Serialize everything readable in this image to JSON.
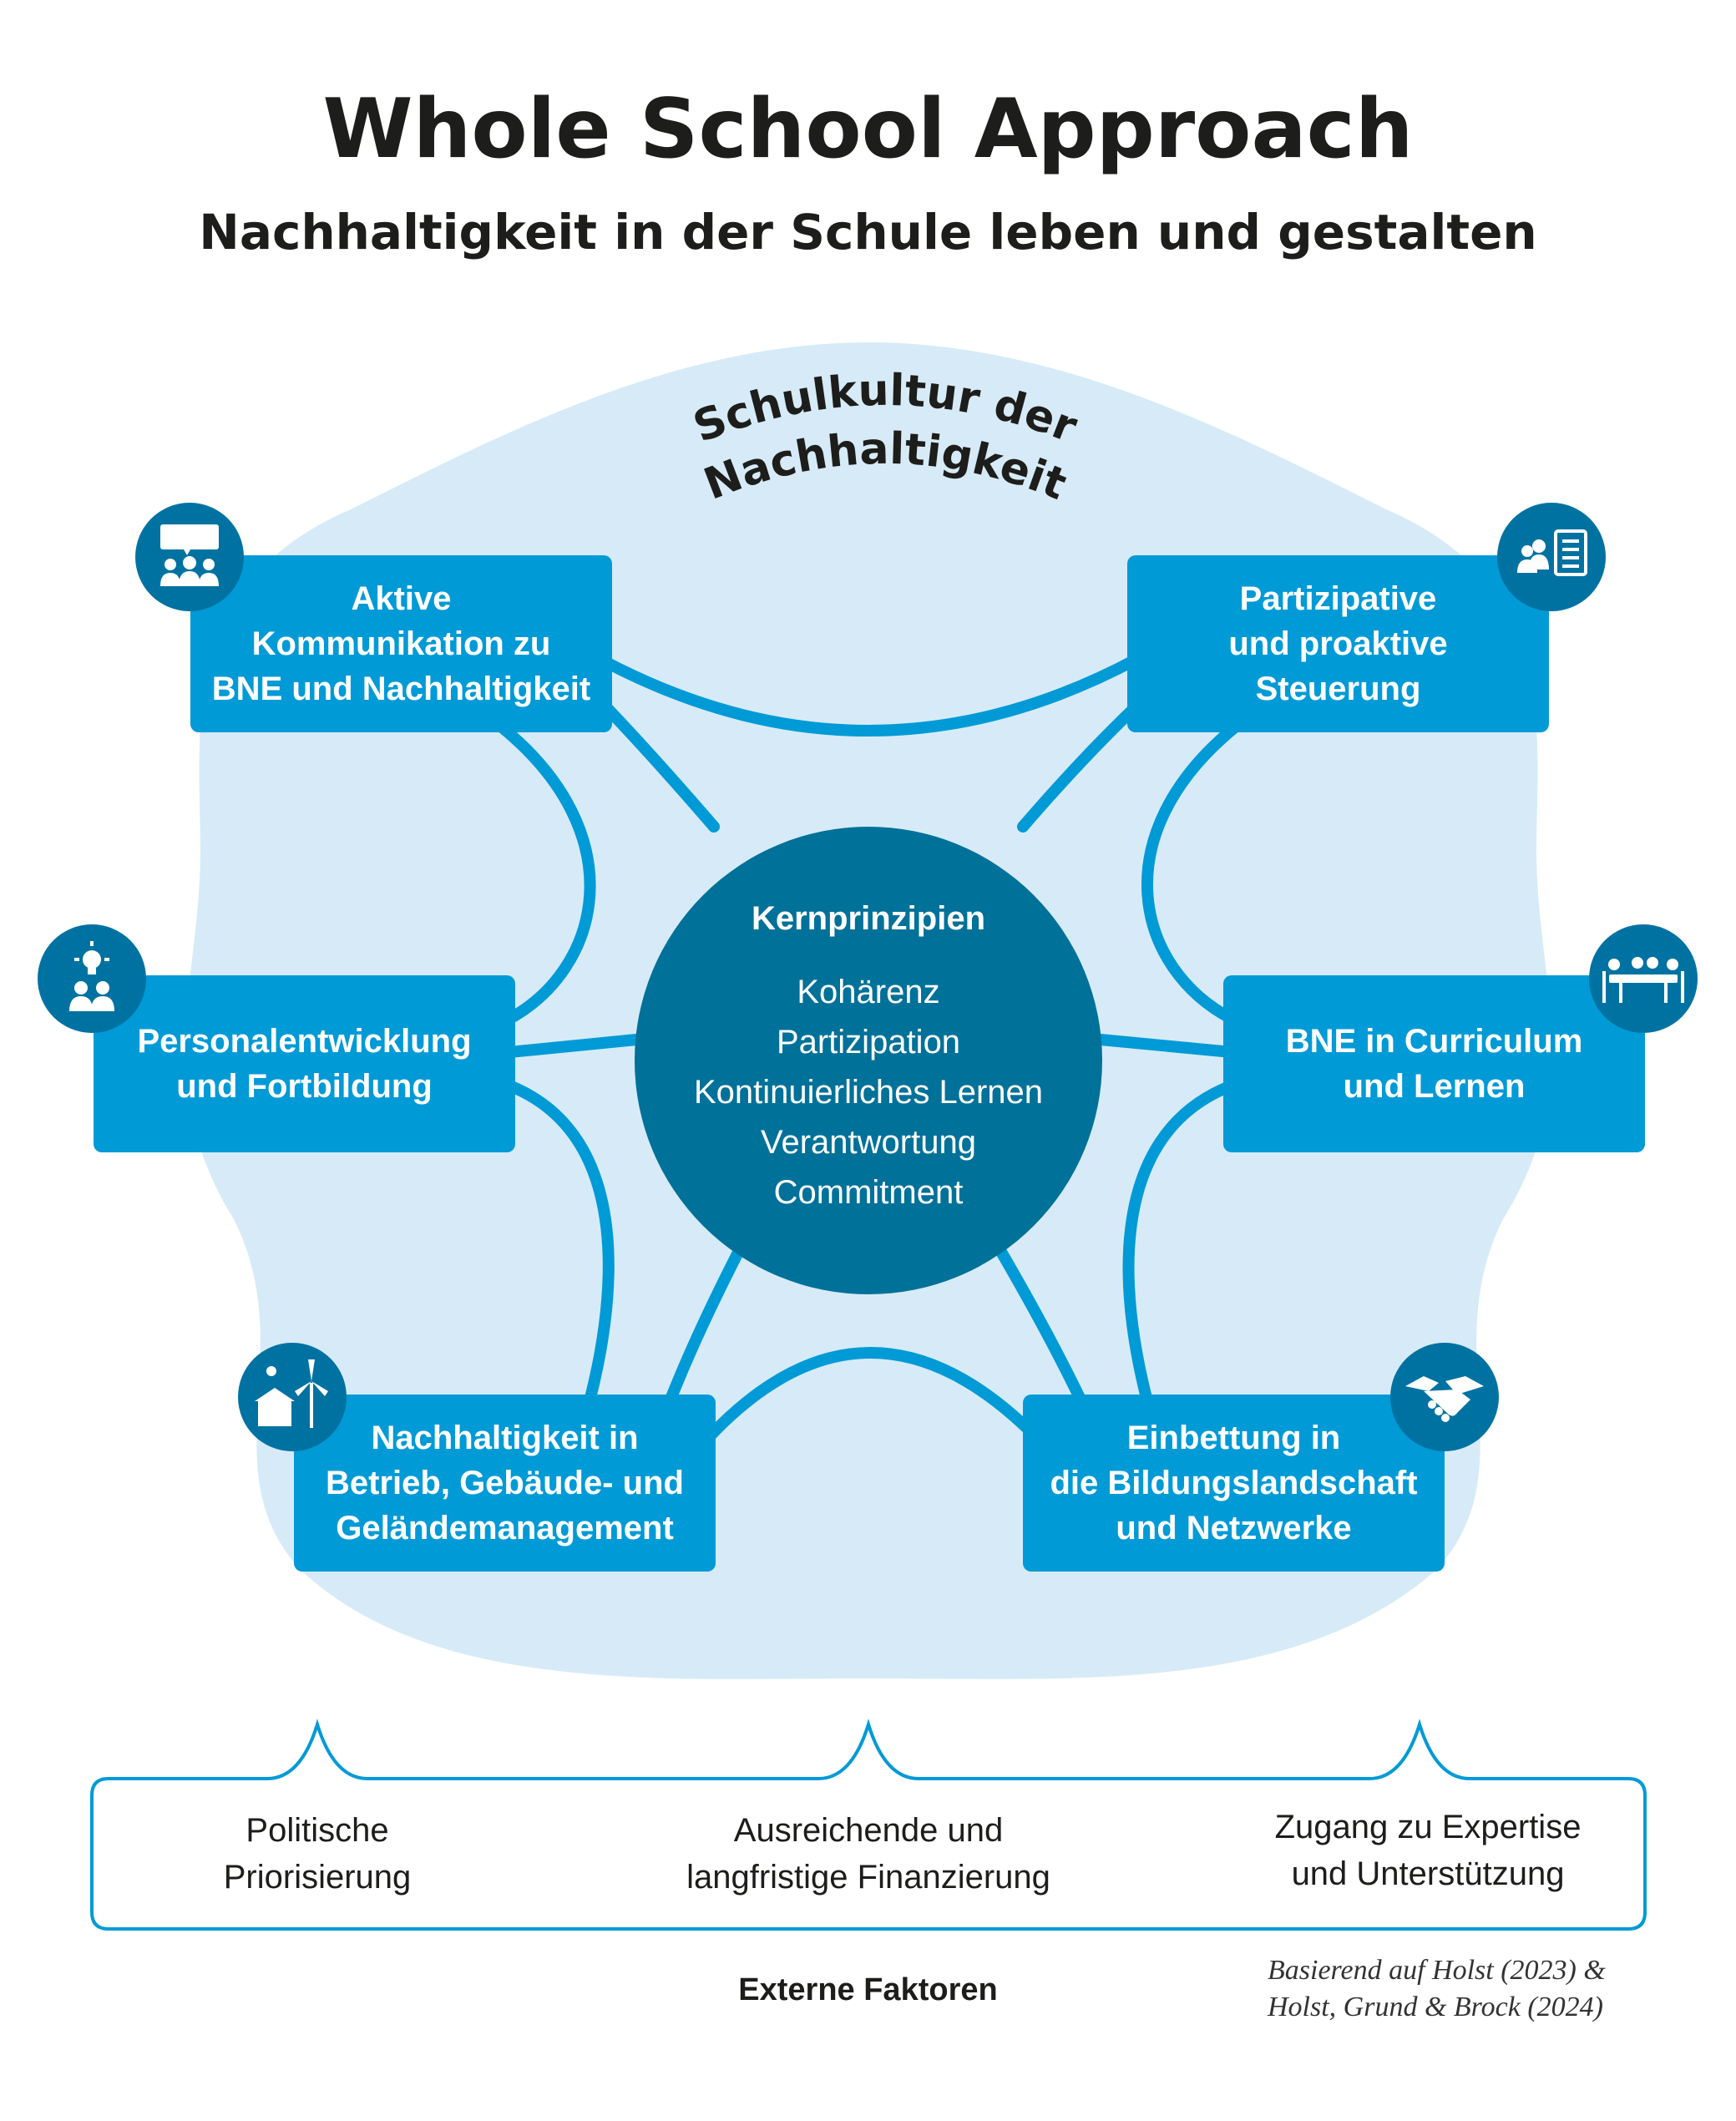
{
  "title": "Whole School Approach",
  "subtitle": "Nachhaltigkeit in der Schule leben und gestalten",
  "culture_label": {
    "line1": "Schulkultur der",
    "line2": "Nachhaltigkeit"
  },
  "core": {
    "heading": "Kernprinzipien",
    "principles": [
      "Kohärenz",
      "Partizipation",
      "Kontinuierliches Lernen",
      "Verantwortung",
      "Commitment"
    ]
  },
  "areas": [
    {
      "lines": [
        "Aktive",
        "Kommunikation zu",
        "BNE und Nachhaltigkeit"
      ],
      "icon": "communication-group-icon"
    },
    {
      "lines": [
        "Partizipative",
        "und proaktive",
        "Steuerung"
      ],
      "icon": "people-checklist-icon"
    },
    {
      "lines": [
        "Personalentwicklung",
        "und Fortbildung"
      ],
      "icon": "idea-people-icon"
    },
    {
      "lines": [
        "BNE in Curriculum",
        "und Lernen"
      ],
      "icon": "meeting-table-icon"
    },
    {
      "lines": [
        "Nachhaltigkeit in",
        "Betrieb, Gebäude- und",
        "Geländemanagement"
      ],
      "icon": "wind-solar-building-icon"
    },
    {
      "lines": [
        "Einbettung in",
        "die Bildungslandschaft",
        "und Netzwerke"
      ],
      "icon": "handshake-icon"
    }
  ],
  "external_factors": {
    "items": [
      {
        "lines": [
          "Politische",
          "Priorisierung"
        ]
      },
      {
        "lines": [
          "Ausreichende und",
          "langfristige Finanzierung"
        ]
      },
      {
        "lines": [
          "Zugang zu Expertise",
          "und Unterstützung"
        ]
      }
    ],
    "label": "Externe Faktoren"
  },
  "source": {
    "line1": "Basierend auf Holst (2023) &",
    "line2": "Holst, Grund & Brock (2024)"
  },
  "colors": {
    "bubble": "#d6ebf7",
    "box": "#009ad6",
    "core": "#007199",
    "badge": "#0072a2",
    "connector": "#009ad6"
  }
}
